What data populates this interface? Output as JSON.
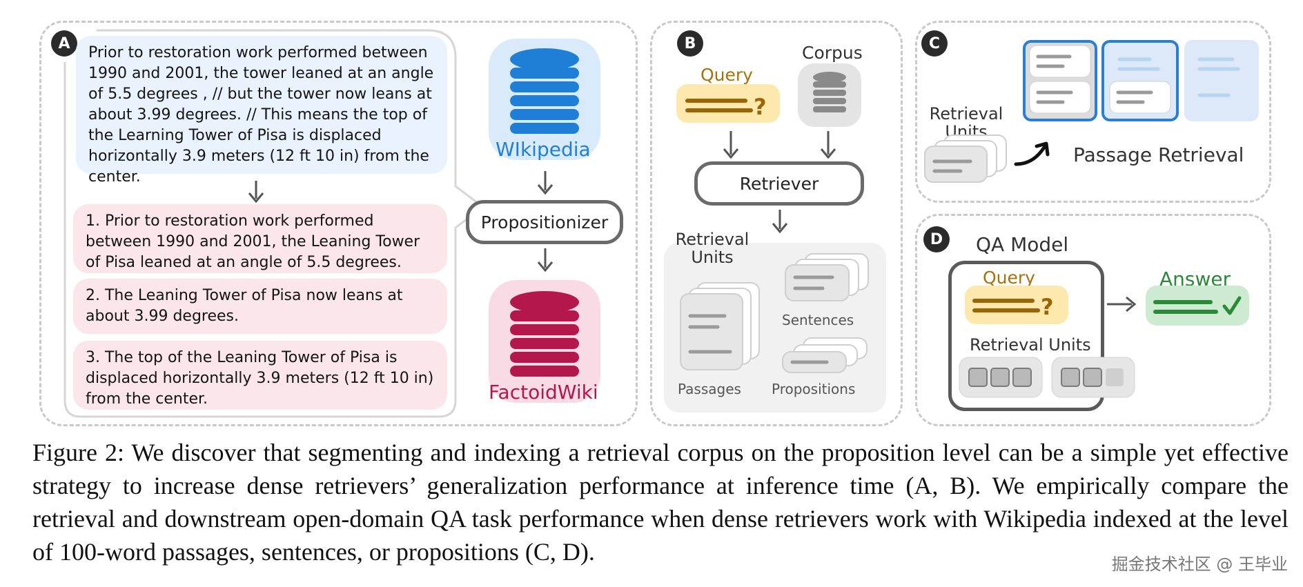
{
  "panelA": {
    "badge": "A",
    "paragraph": "Prior to restoration work performed between 1990 and 2001, the tower leaned at an angle of 5.5 degrees , // but the tower now leans at about 3.99 degrees. // This means the top of the Learning Tower of Pisa is displaced horizontally 3.9 meters (12 ft 10 in) from the center.",
    "props": [
      "1. Prior to restoration work performed between 1990 and 2001, the Leaning Tower of Pisa leaned at an angle of 5.5 degrees.",
      "2. The Leaning Tower of Pisa now leans at about 3.99 degrees.",
      "3. The top of the Leaning Tower of Pisa is displaced horizontally 3.9 meters (12 ft 10 in) from the center."
    ],
    "wikipedia_label": "WIkipedia",
    "propositionizer_label": "Propositionizer",
    "factoidwiki_label": "FactoidWiki"
  },
  "panelB": {
    "badge": "B",
    "query_label": "Query",
    "corpus_label": "Corpus",
    "retriever_label": "Retriever",
    "units_label": "Retrieval Units",
    "sentences_label": "Sentences",
    "passages_label": "Passages",
    "propositions_label": "Propositions"
  },
  "panelC": {
    "badge": "C",
    "units_label": "Retrieval Units",
    "passage_retrieval_label": "Passage Retrieval"
  },
  "panelD": {
    "badge": "D",
    "qa_model_label": "QA Model",
    "query_label": "Query",
    "units_label": "Retrieval Units",
    "answer_label": "Answer"
  },
  "caption": "Figure 2: We discover that segmenting and indexing a retrieval corpus on the proposition level can be a simple yet effective strategy to increase dense retrievers’ generalization performance at inference time (A, B). We empirically compare the retrieval and downstream open-domain QA task performance when dense retrievers work with Wikipedia indexed at the level of 100-word passages, sentences, or propositions (C, D).",
  "watermark": "掘金技术社区 @ 王毕业",
  "colors": {
    "wikipedia_blue": "#1f7fd6",
    "factoid_red": "#b3174b",
    "query_gold": "#a8710a",
    "answer_green": "#2a8a38",
    "highlight_blue": "#2a7fd0"
  }
}
